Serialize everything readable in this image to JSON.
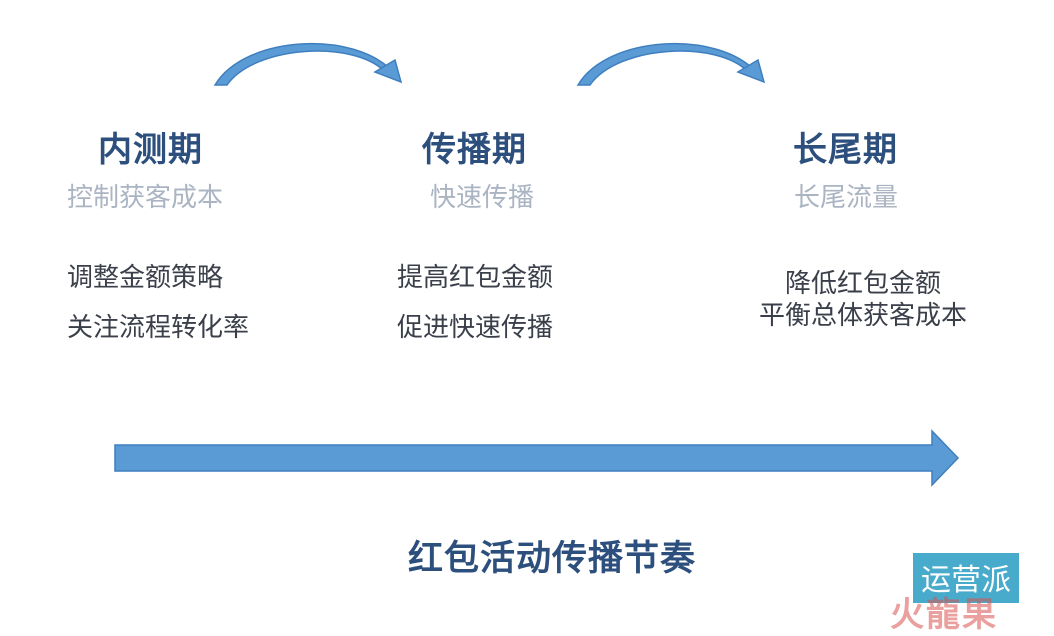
{
  "phases": [
    {
      "title": "内测期",
      "subtitle": "控制获客成本",
      "actions": [
        "调整金额策略",
        "关注流程转化率"
      ]
    },
    {
      "title": "传播期",
      "subtitle": "快速传播",
      "actions": [
        "提高红包金额",
        "促进快速传播"
      ]
    },
    {
      "title": "长尾期",
      "subtitle": "长尾流量",
      "actions": [
        "降低红包金额",
        "平衡总体获客成本"
      ]
    }
  ],
  "caption": "红包活动传播节奏",
  "watermark": {
    "text": "运营派",
    "sub_text": "火龍果"
  },
  "colors": {
    "arrow_fill": "#5b9bd5",
    "arrow_stroke": "#3f7fbf",
    "title": "#2d4f7d",
    "subtitle": "#aab4c2",
    "action": "#3a3f4a"
  }
}
